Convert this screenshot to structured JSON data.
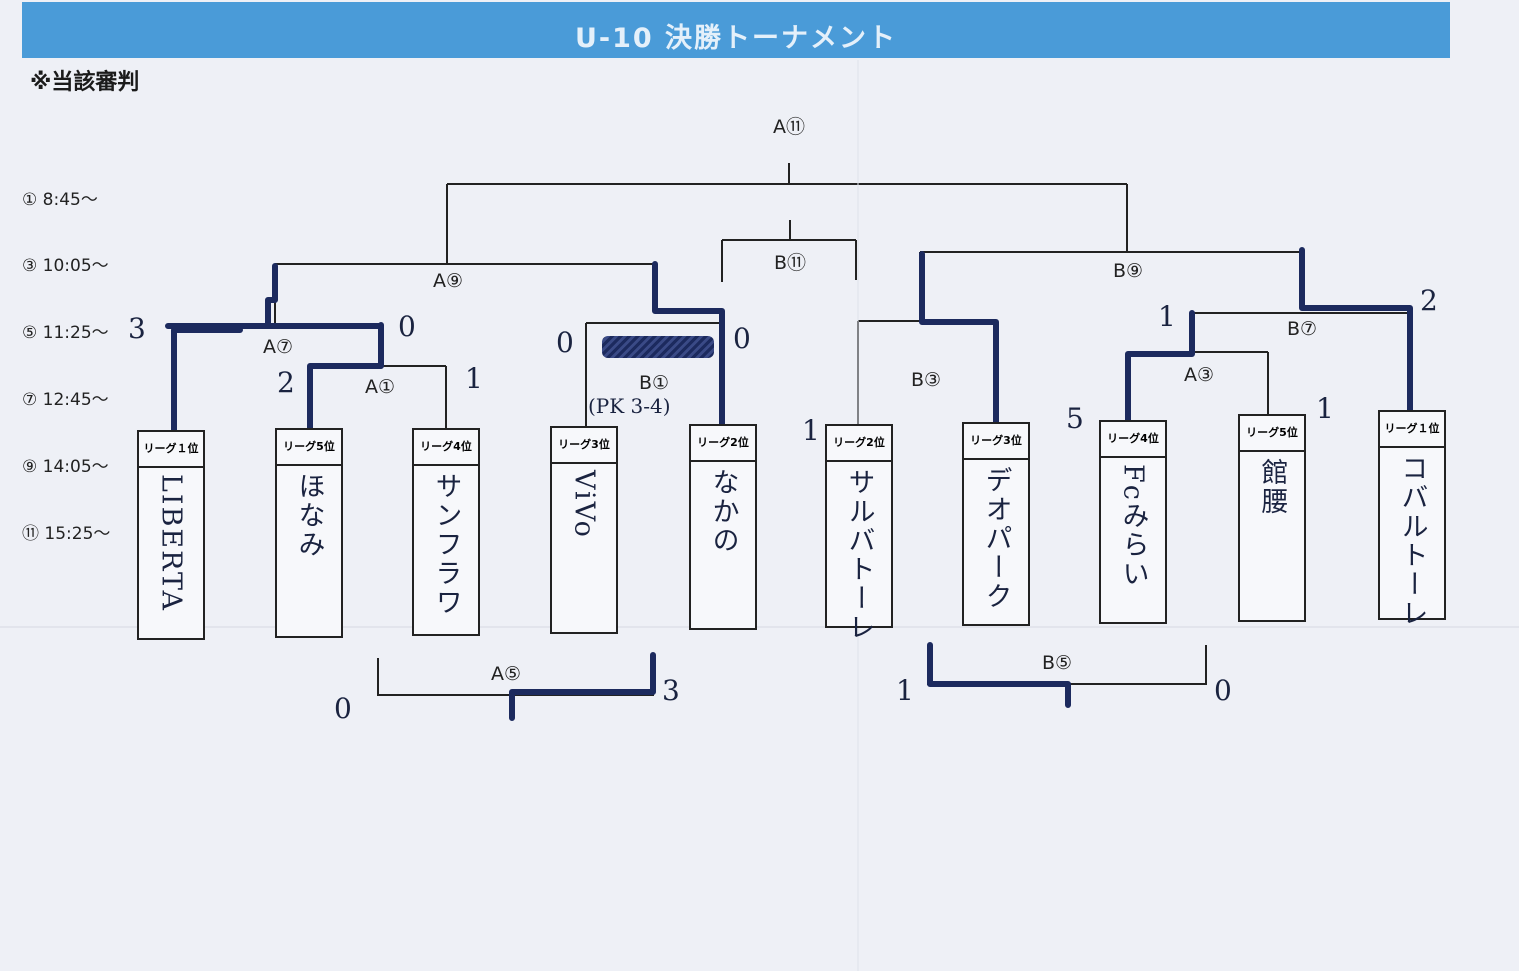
{
  "title": "U-10 決勝トーナメント",
  "note": "※当該審判",
  "times": [
    "① 8:45～",
    "③ 10:05～",
    "⑤ 11:25～",
    "⑦ 12:45～",
    "⑨ 14:05～",
    "⑪ 15:25～"
  ],
  "matches": {
    "a11": "A⑪",
    "b11": "B⑪",
    "a9": "A⑨",
    "b9": "B⑨",
    "a7": "A⑦",
    "a1": "A①",
    "b1": "B①",
    "b3": "B③",
    "b7": "B⑦",
    "a3": "A③",
    "a5": "A⑤",
    "b5": "B⑤"
  },
  "pk_note": "(PK 3-4)",
  "teams": [
    {
      "slot": "リーグ１位",
      "name": "LIBERTA"
    },
    {
      "slot": "リーグ5位",
      "name": "ほなみ"
    },
    {
      "slot": "リーグ4位",
      "name": "サンフラワ"
    },
    {
      "slot": "リーグ3位",
      "name": "ViVo"
    },
    {
      "slot": "リーグ2位",
      "name": "なかの"
    },
    {
      "slot": "リーグ2位",
      "name": "サルバトーレ"
    },
    {
      "slot": "リーグ3位",
      "name": "デオパーク"
    },
    {
      "slot": "リーグ4位",
      "name": "Fcみらい"
    },
    {
      "slot": "リーグ5位",
      "name": "館腰"
    },
    {
      "slot": "リーグ１位",
      "name": "コバルトーレ"
    }
  ],
  "scores": {
    "liberta_a7": "3",
    "honami_a7": "0",
    "honami_a1": "2",
    "sunflower_a1": "1",
    "vivo_b1": "0",
    "nakano_b1": "0",
    "sarvatore_b3": "1",
    "deopark_b3": "5",
    "fc_b7": "1",
    "cobal_b7": "2",
    "kanakoshi_a3": "1",
    "a5_left": "0",
    "a5_right": "3",
    "b5_left": "1",
    "b5_right": "0"
  },
  "colors": {
    "banner": "#4a9bd8",
    "ink": "#1c2a5e",
    "line": "#222222"
  }
}
